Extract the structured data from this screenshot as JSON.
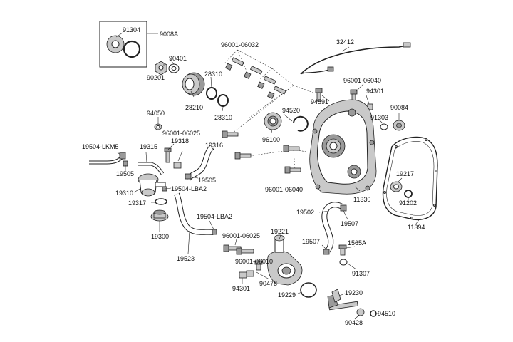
{
  "diagram": {
    "colors": {
      "line": "#222222",
      "fill_dark": "#9a9a9a",
      "fill_mid": "#c9c9c9",
      "background": "#ffffff"
    },
    "parts": {
      "p91304": "91304",
      "p9008A": "9008A",
      "p90401": "90401",
      "p90201": "90201",
      "p96001_06032": "96001-06032",
      "p32412": "32412",
      "p28310a": "28310",
      "p28210": "28210",
      "p28310b": "28310",
      "p96001_06040a": "96001-06040",
      "p94301a": "94301",
      "p94591": "94591",
      "p91303": "91303",
      "p90084": "90084",
      "p94050": "94050",
      "p94520": "94520",
      "p96100": "96100",
      "p96001_06025a": "96001-06025",
      "p19318": "19318",
      "p19504_LKM5": "19504-LKM5",
      "p19315": "19315",
      "p19316": "19316",
      "p19505a": "19505",
      "p19505b": "19505",
      "p19310": "19310",
      "p19504_LBA2a": "19504-LBA2",
      "p19217": "19217",
      "p96001_06040b": "96001-06040",
      "p11330": "11330",
      "p91202": "91202",
      "p19317": "19317",
      "p19502": "19502",
      "p11394": "11394",
      "p19504_LBA2b": "19504-LBA2",
      "p19507a": "19507",
      "p96001_06025b": "96001-06025",
      "p19300": "19300",
      "p19221": "19221",
      "p19507b": "19507",
      "p1565A": "1565A",
      "p96001_06010": "96001-06010",
      "p19523": "19523",
      "p91307": "91307",
      "p94301b": "94301",
      "p90478": "90478",
      "p19230": "19230",
      "p19229": "19229",
      "p94510": "94510",
      "p90428": "90428"
    }
  }
}
